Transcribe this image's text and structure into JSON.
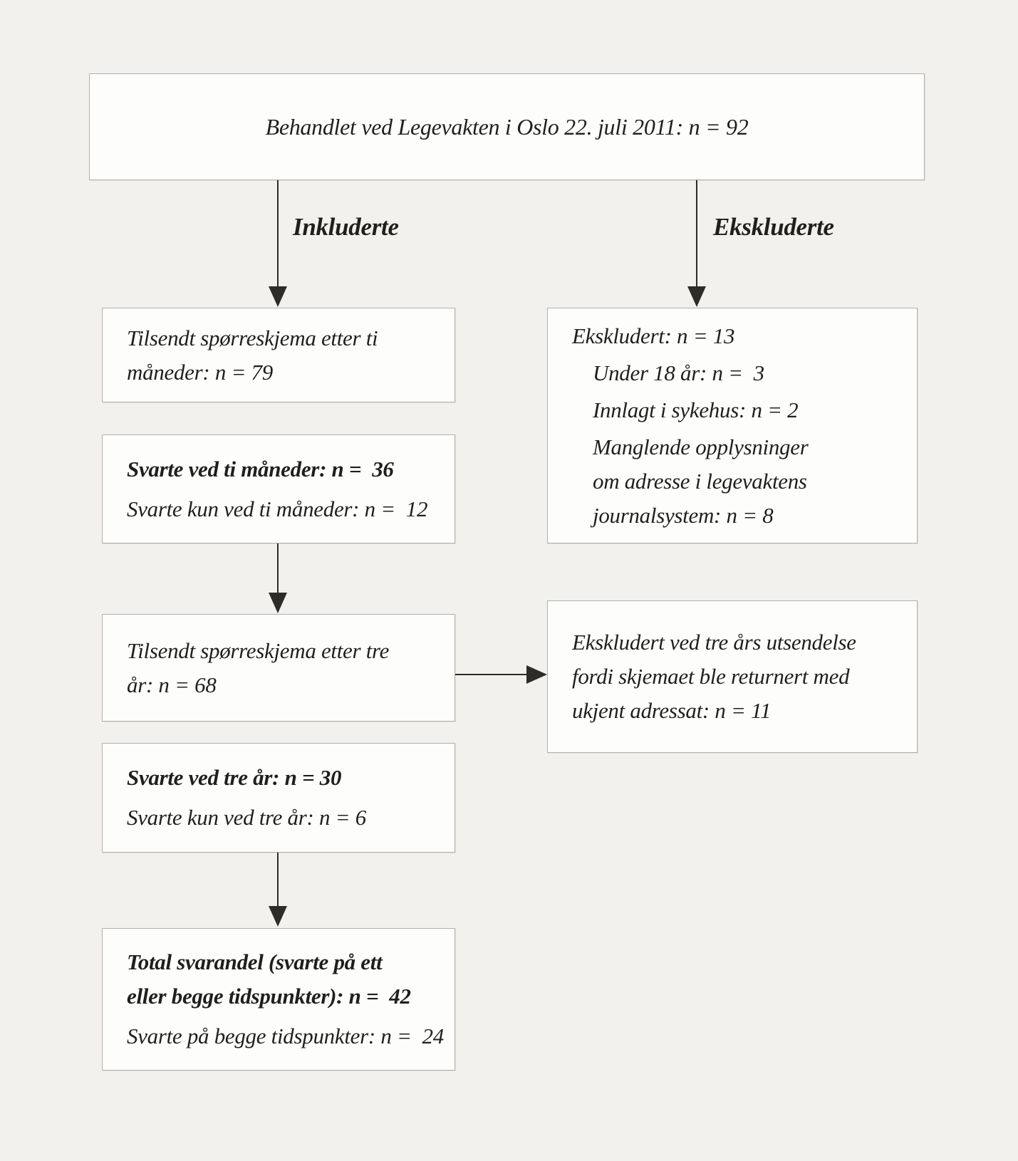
{
  "colors": {
    "background": "#f2f1ee",
    "box_background": "#fdfdfc",
    "box_border": "#b3b1ad",
    "text": "#201f1c",
    "arrow": "#2e2c29"
  },
  "flow": {
    "top_box": {
      "text": "Behandlet ved Legevakten i Oslo 22. juli 2011: n = 92"
    },
    "included_label": "Inkluderte",
    "excluded_label": "Ekskluderte",
    "sent_ten_months": {
      "line1": "Tilsendt spørreskjema etter ti",
      "line2": "måneder: n = 79"
    },
    "answered_ten_months": {
      "line1": "Svarte ved ti måneder: n =  36",
      "line2": "Svarte kun ved ti måneder: n =  12"
    },
    "excluded_baseline": {
      "title": "Ekskludert: n = 13",
      "item1": "Under 18 år: n =  3",
      "item2": "Innlagt i sykehus: n = 2",
      "item3_line1": "Manglende opplysninger",
      "item3_line2": "om adresse i legevaktens",
      "item3_line3": "journalsystem: n = 8"
    },
    "sent_three_years": {
      "line1": "Tilsendt spørreskjema etter tre",
      "line2": "år: n = 68"
    },
    "excluded_three_years": {
      "line1": "Ekskludert ved tre års utsendelse",
      "line2": "fordi skjemaet ble returnert med",
      "line3": "ukjent adressat: n = 11"
    },
    "answered_three_years": {
      "line1": "Svarte ved tre år: n = 30",
      "line2": "Svarte kun ved tre år: n = 6"
    },
    "total": {
      "line1": "Total svarandel (svarte på ett",
      "line2": "eller begge tidspunkter): n =  42",
      "line3": "Svarte på begge tidspunkter: n =  24"
    }
  }
}
